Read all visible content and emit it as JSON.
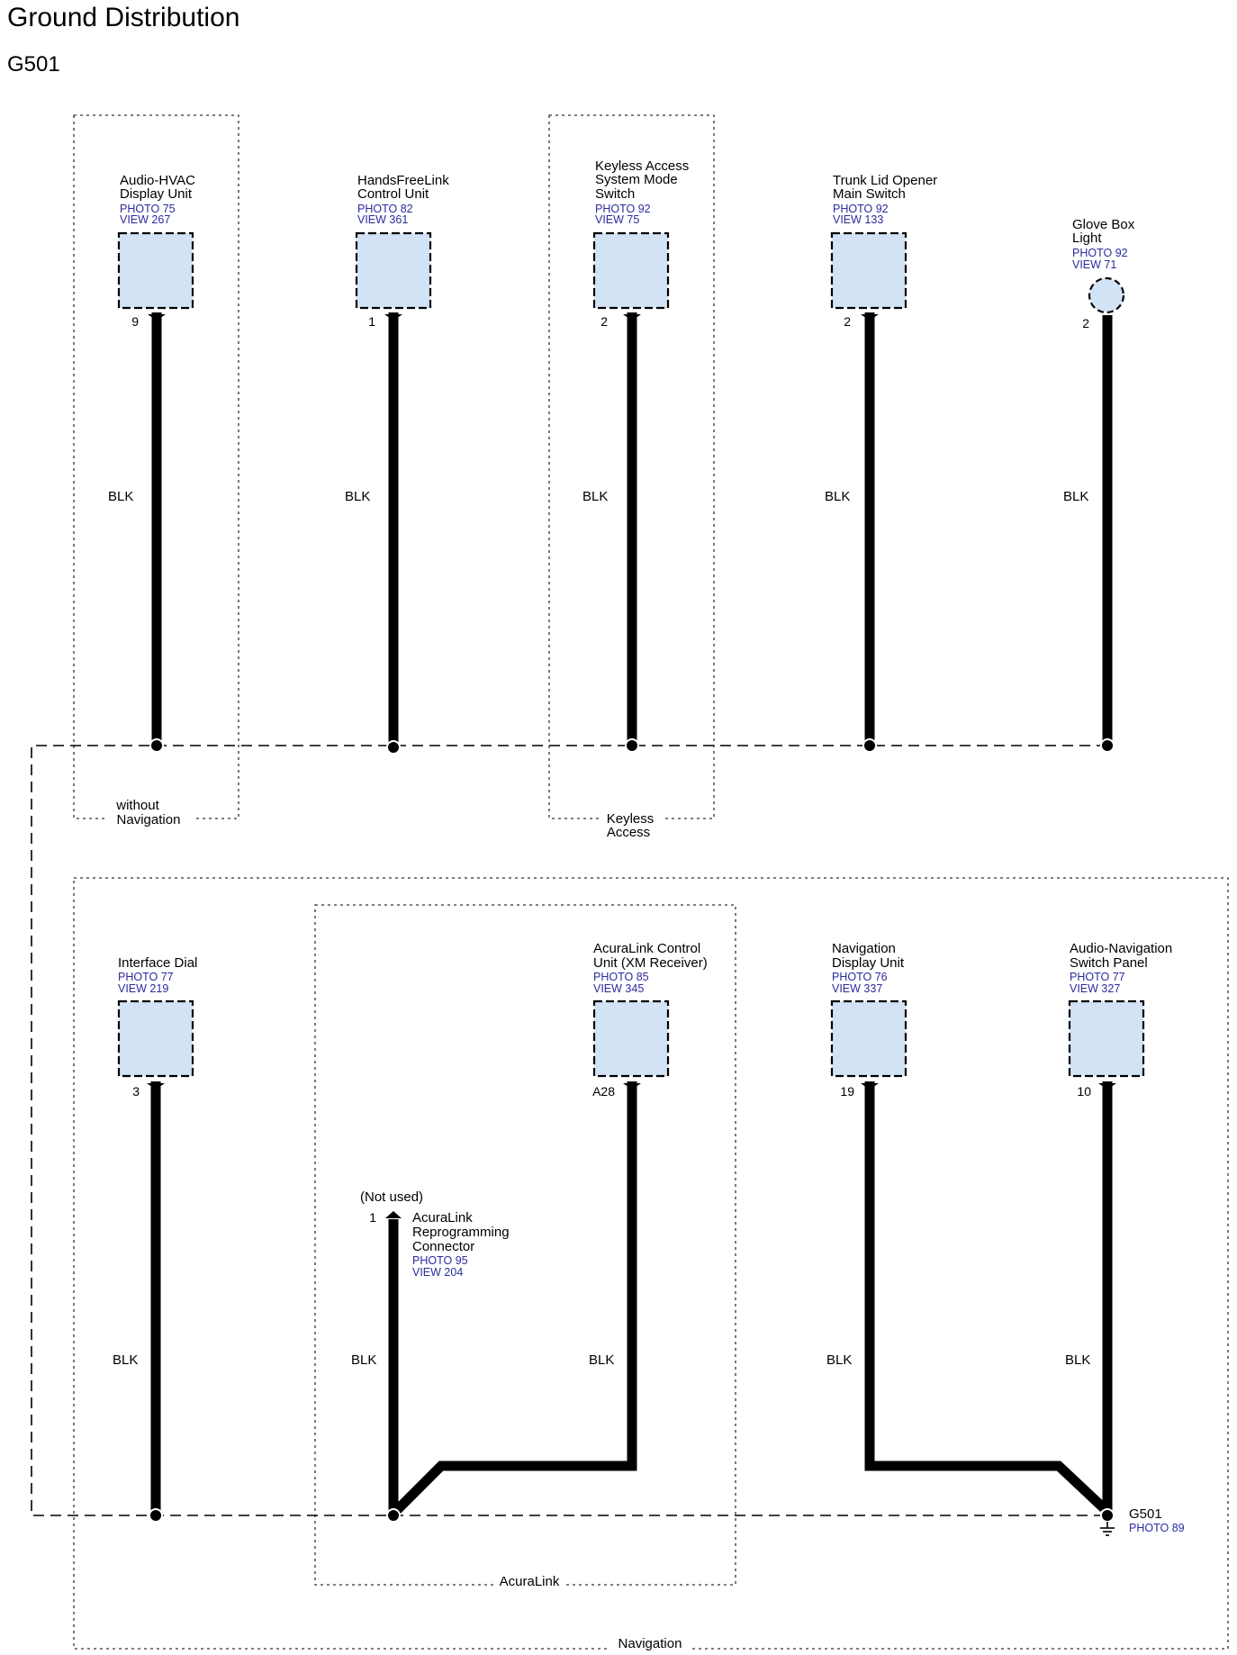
{
  "title": "Ground Distribution",
  "subtitle": "G501",
  "wire_color": "BLK",
  "top_row": [
    {
      "name_lines": [
        "Audio-HVAC",
        "Display Unit"
      ],
      "photo": "PHOTO 75",
      "view": "VIEW 267",
      "pin": "9",
      "wire": "BLK"
    },
    {
      "name_lines": [
        "HandsFreeLink",
        "Control Unit"
      ],
      "photo": "PHOTO 82",
      "view": "VIEW 361",
      "pin": "1",
      "wire": "BLK"
    },
    {
      "name_lines": [
        "Keyless Access",
        "System Mode",
        "Switch"
      ],
      "photo": "PHOTO 92",
      "view": "VIEW 75",
      "pin": "2",
      "wire": "BLK"
    },
    {
      "name_lines": [
        "Trunk Lid Opener",
        "Main Switch"
      ],
      "photo": "PHOTO 92",
      "view": "VIEW 133",
      "pin": "2",
      "wire": "BLK"
    },
    {
      "name_lines": [
        "Glove Box",
        "Light"
      ],
      "photo": "PHOTO 92",
      "view": "VIEW 71",
      "pin": "2",
      "wire": "BLK"
    }
  ],
  "bottom_row": [
    {
      "name_lines": [
        "Interface Dial"
      ],
      "photo": "PHOTO 77",
      "view": "VIEW 219",
      "pin": "3",
      "wire": "BLK"
    },
    {
      "name_lines": [
        "AcuraLink Control",
        "Unit (XM Receiver)"
      ],
      "photo": "PHOTO 85",
      "view": "VIEW 345",
      "pin": "A28",
      "wire": "BLK"
    },
    {
      "name_lines": [
        "Navigation",
        "Display Unit"
      ],
      "photo": "PHOTO 76",
      "view": "VIEW 337",
      "pin": "19",
      "wire": "BLK"
    },
    {
      "name_lines": [
        "Audio-Navigation",
        "Switch Panel"
      ],
      "photo": "PHOTO 77",
      "view": "VIEW 327",
      "pin": "10",
      "wire": "BLK"
    }
  ],
  "reprogramming_connector": {
    "note": "(Not used)",
    "pin": "1",
    "name_lines": [
      "AcuraLink",
      "Reprogramming",
      "Connector"
    ],
    "photo": "PHOTO 95",
    "view": "VIEW 204",
    "wire": "BLK"
  },
  "ground": {
    "name": "G501",
    "photo": "PHOTO 89"
  },
  "option_boxes": {
    "without_navigation": [
      "without",
      "Navigation"
    ],
    "keyless_access": [
      "Keyless",
      "Access"
    ],
    "acuralink": "AcuraLink",
    "navigation": "Navigation"
  },
  "colors": {
    "connector_fill": "#d3e3f6",
    "reference_text": "#2b2b9e",
    "wire": "#000000"
  }
}
